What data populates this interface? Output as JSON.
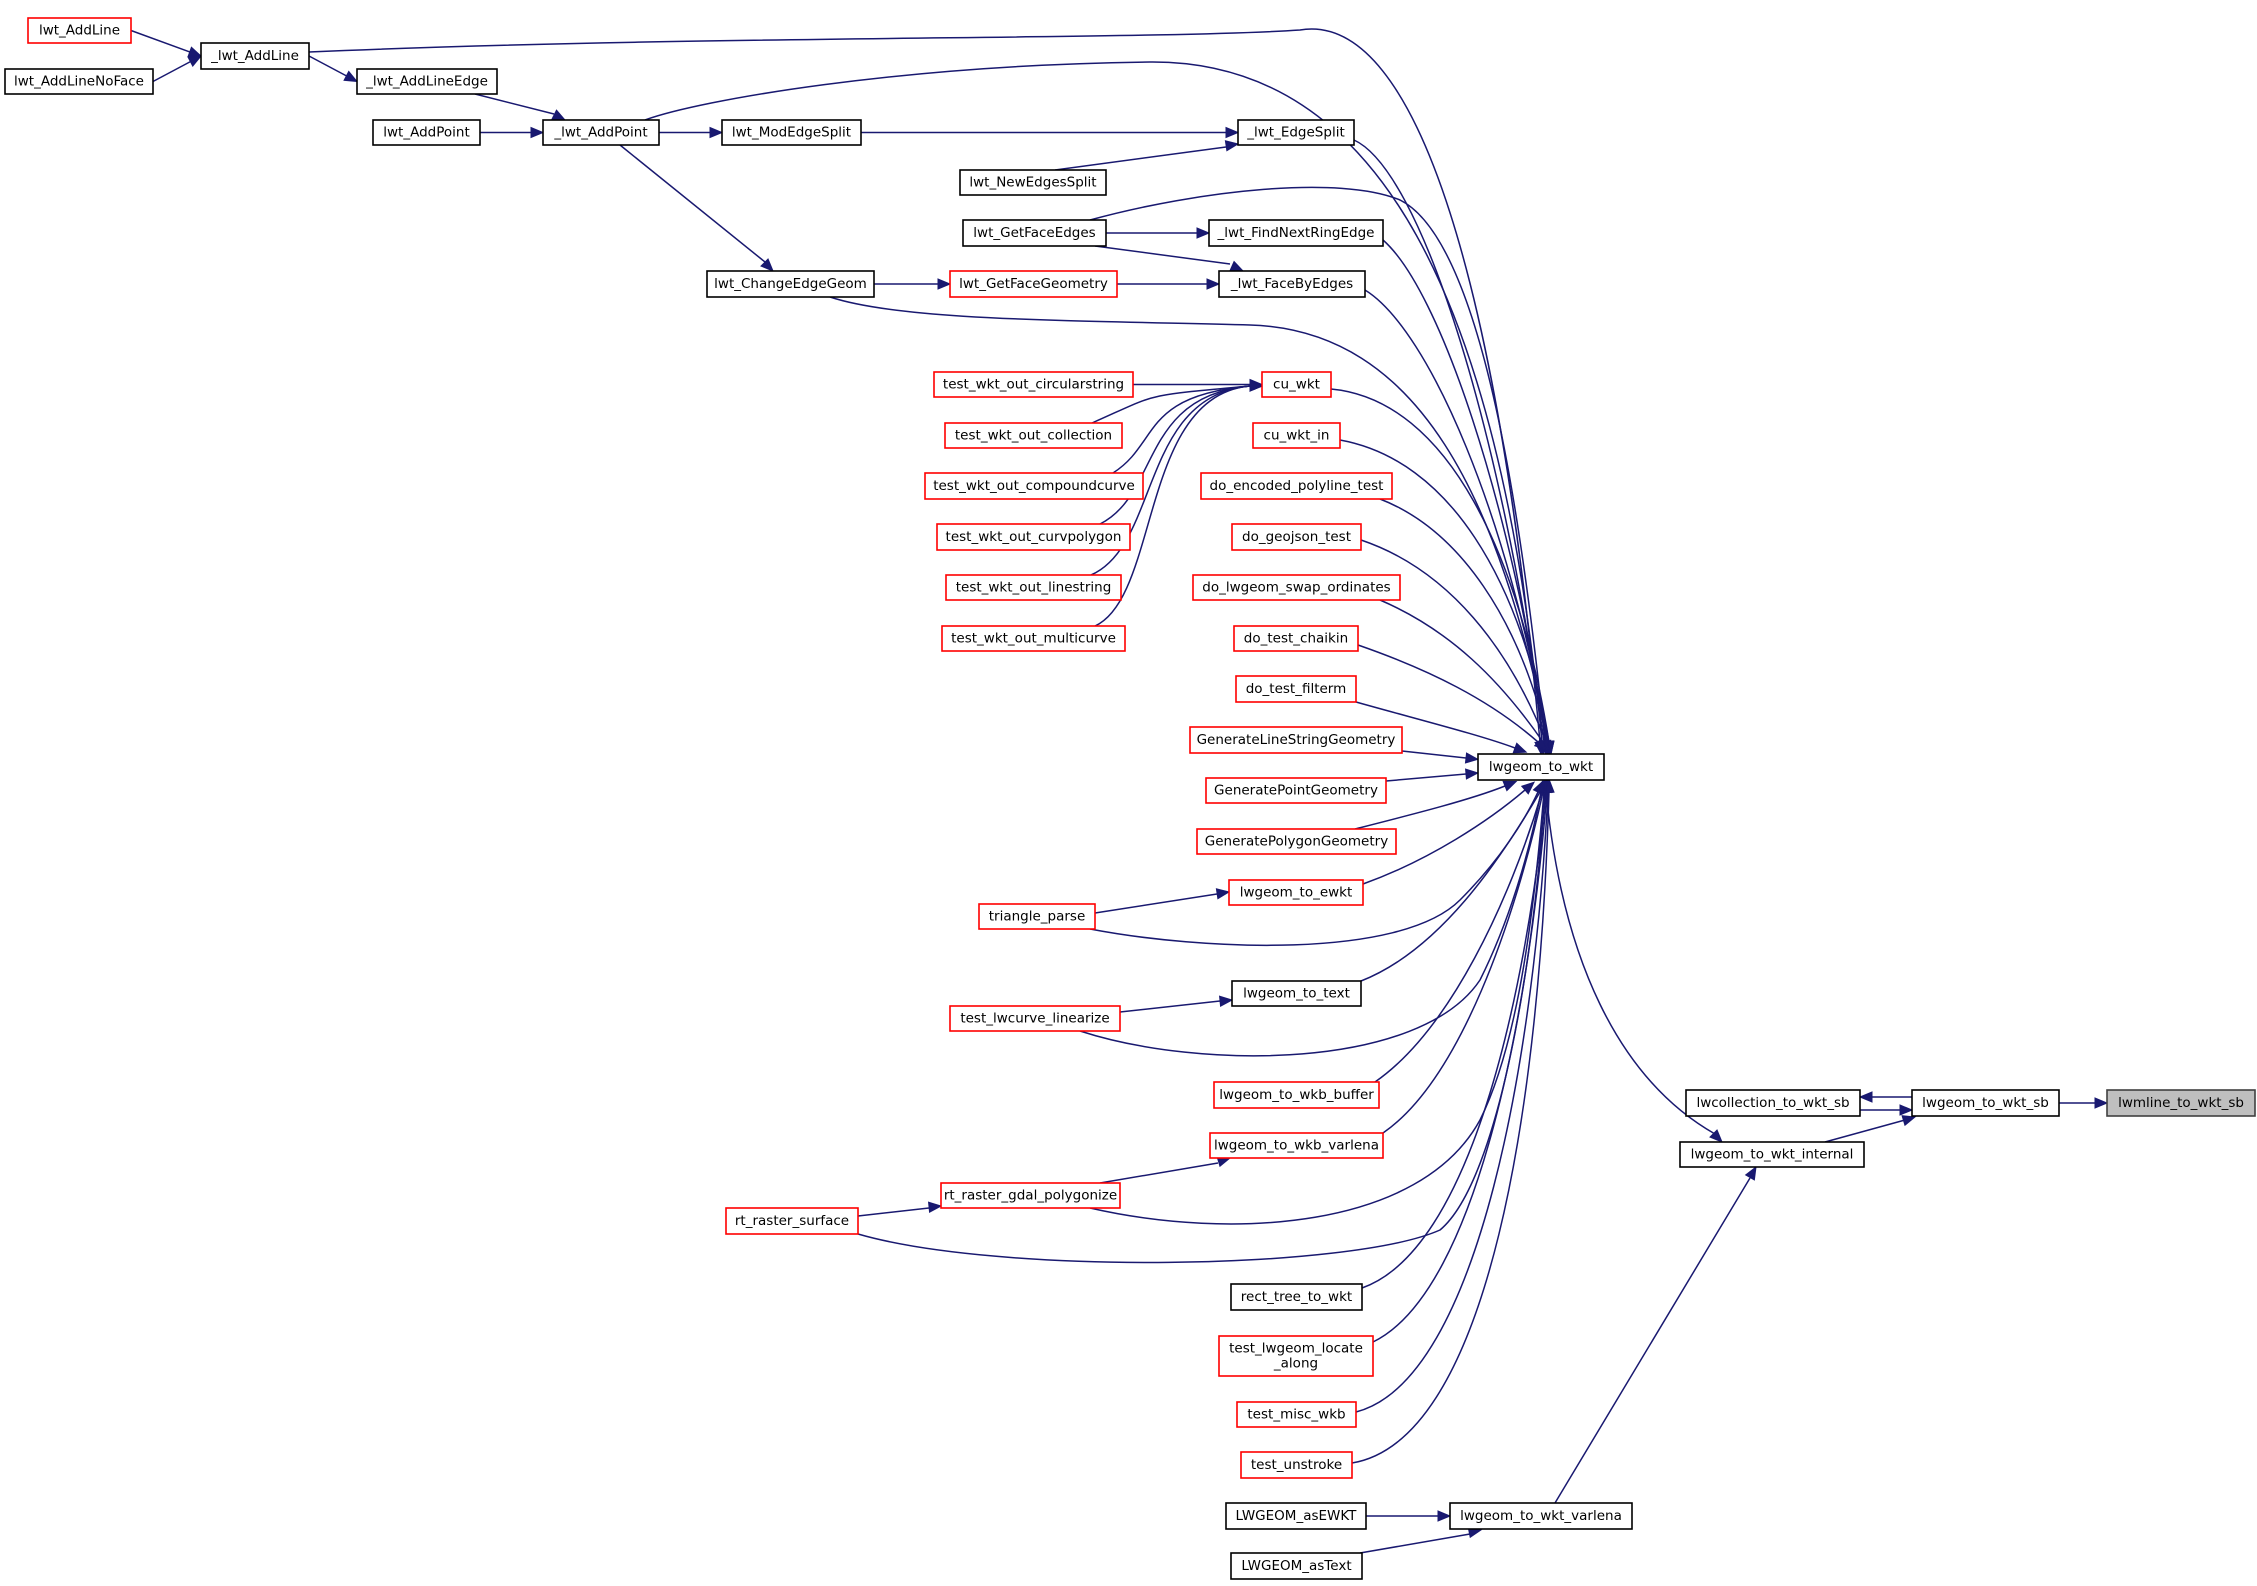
{
  "diagram": {
    "type": "call-graph",
    "title": "",
    "focus_node": "lwmline_to_wkt_sb",
    "colors": {
      "edge": "#191970",
      "node_border_documented": "#000000",
      "node_border_undocumented": "#ff0000",
      "root_fill": "#bfbfbf"
    },
    "nodes": [
      {
        "id": "lwt_AddLine",
        "label": "lwt_AddLine",
        "style": "external"
      },
      {
        "id": "_lwt_AddLine",
        "label": "_lwt_AddLine",
        "style": "normal"
      },
      {
        "id": "lwt_AddLineNoFace",
        "label": "lwt_AddLineNoFace",
        "style": "normal"
      },
      {
        "id": "_lwt_AddLineEdge",
        "label": "_lwt_AddLineEdge",
        "style": "normal"
      },
      {
        "id": "lwt_AddPoint",
        "label": "lwt_AddPoint",
        "style": "normal"
      },
      {
        "id": "_lwt_AddPoint",
        "label": "_lwt_AddPoint",
        "style": "normal"
      },
      {
        "id": "lwt_ModEdgeSplit",
        "label": "lwt_ModEdgeSplit",
        "style": "normal"
      },
      {
        "id": "_lwt_EdgeSplit",
        "label": "_lwt_EdgeSplit",
        "style": "normal"
      },
      {
        "id": "lwt_NewEdgesSplit",
        "label": "lwt_NewEdgesSplit",
        "style": "normal"
      },
      {
        "id": "lwt_GetFaceEdges",
        "label": "lwt_GetFaceEdges",
        "style": "normal"
      },
      {
        "id": "_lwt_FindNextRingEdge",
        "label": "_lwt_FindNextRingEdge",
        "style": "normal"
      },
      {
        "id": "lwt_ChangeEdgeGeom",
        "label": "lwt_ChangeEdgeGeom",
        "style": "normal"
      },
      {
        "id": "lwt_GetFaceGeometry",
        "label": "lwt_GetFaceGeometry",
        "style": "external"
      },
      {
        "id": "_lwt_FaceByEdges",
        "label": "_lwt_FaceByEdges",
        "style": "normal"
      },
      {
        "id": "test_wkt_out_circularstring",
        "label": "test_wkt_out_circularstring",
        "style": "external"
      },
      {
        "id": "test_wkt_out_collection",
        "label": "test_wkt_out_collection",
        "style": "external"
      },
      {
        "id": "test_wkt_out_compoundcurve",
        "label": "test_wkt_out_compoundcurve",
        "style": "external"
      },
      {
        "id": "test_wkt_out_curvpolygon",
        "label": "test_wkt_out_curvpolygon",
        "style": "external"
      },
      {
        "id": "test_wkt_out_linestring",
        "label": "test_wkt_out_linestring",
        "style": "external"
      },
      {
        "id": "test_wkt_out_multicurve",
        "label": "test_wkt_out_multicurve",
        "style": "external"
      },
      {
        "id": "cu_wkt",
        "label": "cu_wkt",
        "style": "external"
      },
      {
        "id": "cu_wkt_in",
        "label": "cu_wkt_in",
        "style": "external"
      },
      {
        "id": "do_encoded_polyline_test",
        "label": "do_encoded_polyline_test",
        "style": "external"
      },
      {
        "id": "do_geojson_test",
        "label": "do_geojson_test",
        "style": "external"
      },
      {
        "id": "do_lwgeom_swap_ordinates",
        "label": "do_lwgeom_swap_ordinates",
        "style": "external"
      },
      {
        "id": "do_test_chaikin",
        "label": "do_test_chaikin",
        "style": "external"
      },
      {
        "id": "do_test_filterm",
        "label": "do_test_filterm",
        "style": "external"
      },
      {
        "id": "GenerateLineStringGeometry",
        "label": "GenerateLineStringGeometry",
        "style": "external"
      },
      {
        "id": "GeneratePointGeometry",
        "label": "GeneratePointGeometry",
        "style": "external"
      },
      {
        "id": "GeneratePolygonGeometry",
        "label": "GeneratePolygonGeometry",
        "style": "external"
      },
      {
        "id": "lwgeom_to_ewkt",
        "label": "lwgeom_to_ewkt",
        "style": "external"
      },
      {
        "id": "triangle_parse",
        "label": "triangle_parse",
        "style": "external"
      },
      {
        "id": "lwgeom_to_text",
        "label": "lwgeom_to_text",
        "style": "normal"
      },
      {
        "id": "test_lwcurve_linearize",
        "label": "test_lwcurve_linearize",
        "style": "external"
      },
      {
        "id": "lwgeom_to_wkb_buffer",
        "label": "lwgeom_to_wkb_buffer",
        "style": "external"
      },
      {
        "id": "lwgeom_to_wkb_varlena",
        "label": "lwgeom_to_wkb_varlena",
        "style": "external"
      },
      {
        "id": "rt_raster_gdal_polygonize",
        "label": "rt_raster_gdal_polygonize",
        "style": "external"
      },
      {
        "id": "rt_raster_surface",
        "label": "rt_raster_surface",
        "style": "external"
      },
      {
        "id": "rect_tree_to_wkt",
        "label": "rect_tree_to_wkt",
        "style": "normal"
      },
      {
        "id": "test_lwgeom_locate_along",
        "label": "test_lwgeom_locate\n_along",
        "style": "external"
      },
      {
        "id": "test_misc_wkb",
        "label": "test_misc_wkb",
        "style": "external"
      },
      {
        "id": "test_unstroke",
        "label": "test_unstroke",
        "style": "external"
      },
      {
        "id": "LWGEOM_asEWKT",
        "label": "LWGEOM_asEWKT",
        "style": "normal"
      },
      {
        "id": "LWGEOM_asText",
        "label": "LWGEOM_asText",
        "style": "normal"
      },
      {
        "id": "lwgeom_to_wkt_varlena",
        "label": "lwgeom_to_wkt_varlena",
        "style": "normal"
      },
      {
        "id": "lwgeom_to_wkt",
        "label": "lwgeom_to_wkt",
        "style": "normal"
      },
      {
        "id": "lwgeom_to_wkt_internal",
        "label": "lwgeom_to_wkt_internal",
        "style": "normal"
      },
      {
        "id": "lwcollection_to_wkt_sb",
        "label": "lwcollection_to_wkt_sb",
        "style": "normal"
      },
      {
        "id": "lwgeom_to_wkt_sb",
        "label": "lwgeom_to_wkt_sb",
        "style": "normal"
      },
      {
        "id": "lwmline_to_wkt_sb",
        "label": "lwmline_to_wkt_sb",
        "style": "root"
      }
    ],
    "edges": [
      [
        "lwt_AddLine",
        "_lwt_AddLine"
      ],
      [
        "lwt_AddLineNoFace",
        "_lwt_AddLine"
      ],
      [
        "_lwt_AddLine",
        "_lwt_AddLineEdge"
      ],
      [
        "_lwt_AddLine",
        "lwgeom_to_wkt"
      ],
      [
        "_lwt_AddLineEdge",
        "_lwt_AddPoint"
      ],
      [
        "lwt_AddPoint",
        "_lwt_AddPoint"
      ],
      [
        "_lwt_AddPoint",
        "lwt_ModEdgeSplit"
      ],
      [
        "_lwt_AddPoint",
        "lwt_ChangeEdgeGeom"
      ],
      [
        "_lwt_AddPoint",
        "lwgeom_to_wkt"
      ],
      [
        "lwt_ModEdgeSplit",
        "_lwt_EdgeSplit"
      ],
      [
        "lwt_NewEdgesSplit",
        "_lwt_EdgeSplit"
      ],
      [
        "_lwt_EdgeSplit",
        "lwgeom_to_wkt"
      ],
      [
        "lwt_GetFaceEdges",
        "_lwt_FindNextRingEdge"
      ],
      [
        "lwt_GetFaceEdges",
        "_lwt_FaceByEdges"
      ],
      [
        "lwt_GetFaceEdges",
        "lwgeom_to_wkt"
      ],
      [
        "_lwt_FindNextRingEdge",
        "lwgeom_to_wkt"
      ],
      [
        "lwt_ChangeEdgeGeom",
        "lwt_GetFaceGeometry"
      ],
      [
        "lwt_ChangeEdgeGeom",
        "lwgeom_to_wkt"
      ],
      [
        "lwt_GetFaceGeometry",
        "_lwt_FaceByEdges"
      ],
      [
        "_lwt_FaceByEdges",
        "lwgeom_to_wkt"
      ],
      [
        "test_wkt_out_circularstring",
        "cu_wkt"
      ],
      [
        "test_wkt_out_collection",
        "cu_wkt"
      ],
      [
        "test_wkt_out_compoundcurve",
        "cu_wkt"
      ],
      [
        "test_wkt_out_curvpolygon",
        "cu_wkt"
      ],
      [
        "test_wkt_out_linestring",
        "cu_wkt"
      ],
      [
        "test_wkt_out_multicurve",
        "cu_wkt"
      ],
      [
        "cu_wkt",
        "lwgeom_to_wkt"
      ],
      [
        "cu_wkt_in",
        "lwgeom_to_wkt"
      ],
      [
        "do_encoded_polyline_test",
        "lwgeom_to_wkt"
      ],
      [
        "do_geojson_test",
        "lwgeom_to_wkt"
      ],
      [
        "do_lwgeom_swap_ordinates",
        "lwgeom_to_wkt"
      ],
      [
        "do_test_chaikin",
        "lwgeom_to_wkt"
      ],
      [
        "do_test_filterm",
        "lwgeom_to_wkt"
      ],
      [
        "GenerateLineStringGeometry",
        "lwgeom_to_wkt"
      ],
      [
        "GeneratePointGeometry",
        "lwgeom_to_wkt"
      ],
      [
        "GeneratePolygonGeometry",
        "lwgeom_to_wkt"
      ],
      [
        "triangle_parse",
        "lwgeom_to_ewkt"
      ],
      [
        "triangle_parse",
        "lwgeom_to_wkt"
      ],
      [
        "lwgeom_to_ewkt",
        "lwgeom_to_wkt"
      ],
      [
        "test_lwcurve_linearize",
        "lwgeom_to_text"
      ],
      [
        "test_lwcurve_linearize",
        "lwgeom_to_wkt"
      ],
      [
        "lwgeom_to_text",
        "lwgeom_to_wkt"
      ],
      [
        "lwgeom_to_wkb_buffer",
        "lwgeom_to_wkt"
      ],
      [
        "rt_raster_surface",
        "rt_raster_gdal_polygonize"
      ],
      [
        "rt_raster_surface",
        "lwgeom_to_wkt"
      ],
      [
        "rt_raster_gdal_polygonize",
        "lwgeom_to_wkb_varlena"
      ],
      [
        "rt_raster_gdal_polygonize",
        "lwgeom_to_wkt"
      ],
      [
        "lwgeom_to_wkb_varlena",
        "lwgeom_to_wkt"
      ],
      [
        "rect_tree_to_wkt",
        "lwgeom_to_wkt"
      ],
      [
        "test_lwgeom_locate_along",
        "lwgeom_to_wkt"
      ],
      [
        "test_misc_wkb",
        "lwgeom_to_wkt"
      ],
      [
        "test_unstroke",
        "lwgeom_to_wkt"
      ],
      [
        "LWGEOM_asEWKT",
        "lwgeom_to_wkt_varlena"
      ],
      [
        "LWGEOM_asText",
        "lwgeom_to_wkt_varlena"
      ],
      [
        "lwgeom_to_wkt_varlena",
        "lwgeom_to_wkt_internal"
      ],
      [
        "lwgeom_to_wkt",
        "lwgeom_to_wkt_internal"
      ],
      [
        "lwgeom_to_wkt_internal",
        "lwgeom_to_wkt_sb"
      ],
      [
        "lwgeom_to_wkt_sb",
        "lwcollection_to_wkt_sb"
      ],
      [
        "lwcollection_to_wkt_sb",
        "lwgeom_to_wkt_sb"
      ],
      [
        "lwgeom_to_wkt_sb",
        "lwmline_to_wkt_sb"
      ]
    ]
  }
}
